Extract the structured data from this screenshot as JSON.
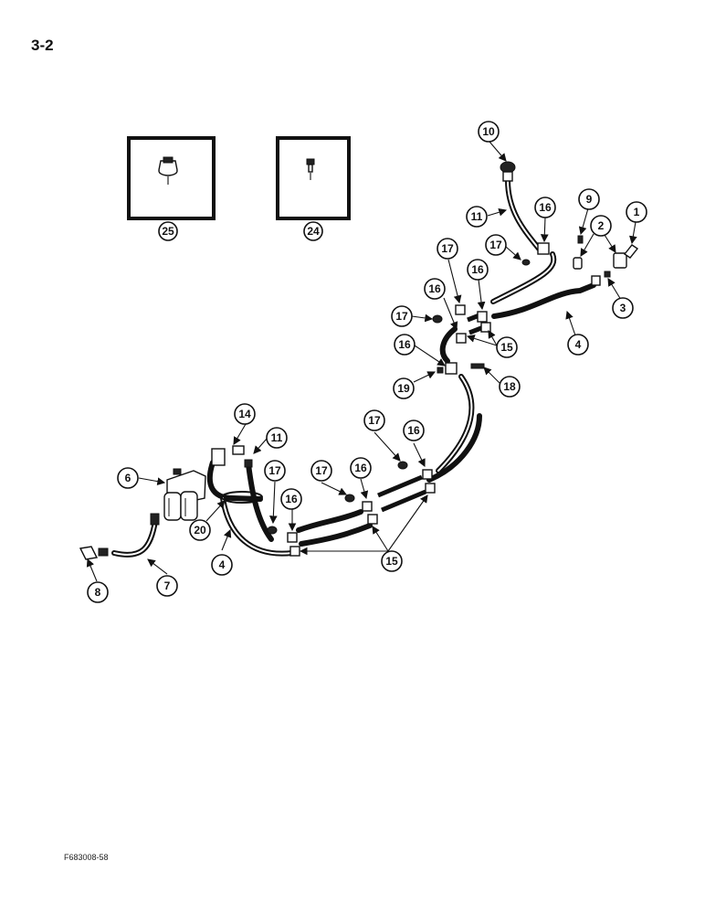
{
  "page_number": "3-2",
  "figure_code": "F683008-58",
  "inset_callouts": {
    "left": "25",
    "right": "24"
  },
  "callouts": {
    "c1": "1",
    "c2": "2",
    "c3": "3",
    "c4a": "4",
    "c4b": "4",
    "c6": "6",
    "c7": "7",
    "c8": "8",
    "c9": "9",
    "c10": "10",
    "c11a": "11",
    "c11b": "11",
    "c14": "14",
    "c15a": "15",
    "c15b": "15",
    "c16a": "16",
    "c16b": "16",
    "c16c": "16",
    "c16d": "16",
    "c16e": "16",
    "c16f": "16",
    "c17a": "17",
    "c17b": "17",
    "c17c": "17",
    "c17d": "17",
    "c17e": "17",
    "c17f": "17",
    "c18": "18",
    "c19": "19",
    "c20": "20"
  }
}
